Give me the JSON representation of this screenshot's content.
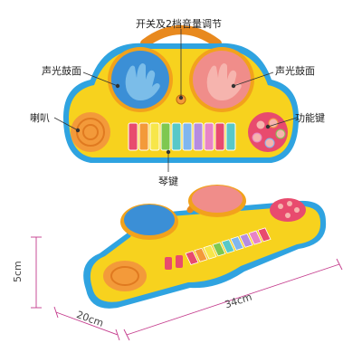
{
  "labels": {
    "switch_volume": "开关及2档音量调节",
    "drum_left": "声光鼓面",
    "drum_right": "声光鼓面",
    "speaker": "喇叭",
    "function_keys": "功能键",
    "piano_keys": "琴键"
  },
  "dimensions": {
    "height": "5cm",
    "depth": "20cm",
    "width": "34cm"
  },
  "colors": {
    "body_yellow": "#f7d21e",
    "rim_blue": "#2fa3e0",
    "drum_blue": "#3b8fd6",
    "drum_pink": "#f08d8a",
    "speaker_orange": "#f39a3a",
    "handle_orange": "#e8891e",
    "dim_line": "#c43a8c"
  },
  "piano_key_colors": [
    "#e84b6e",
    "#f39a3a",
    "#f7e64a",
    "#7ec850",
    "#58c8c8",
    "#7fb6ee",
    "#b58ce0",
    "#e884c6",
    "#e84b6e",
    "#58c8c8"
  ],
  "function_key_colors": [
    "#e84b6e",
    "#f39a3a",
    "#7ec850",
    "#7fb6ee",
    "#e884c6"
  ]
}
